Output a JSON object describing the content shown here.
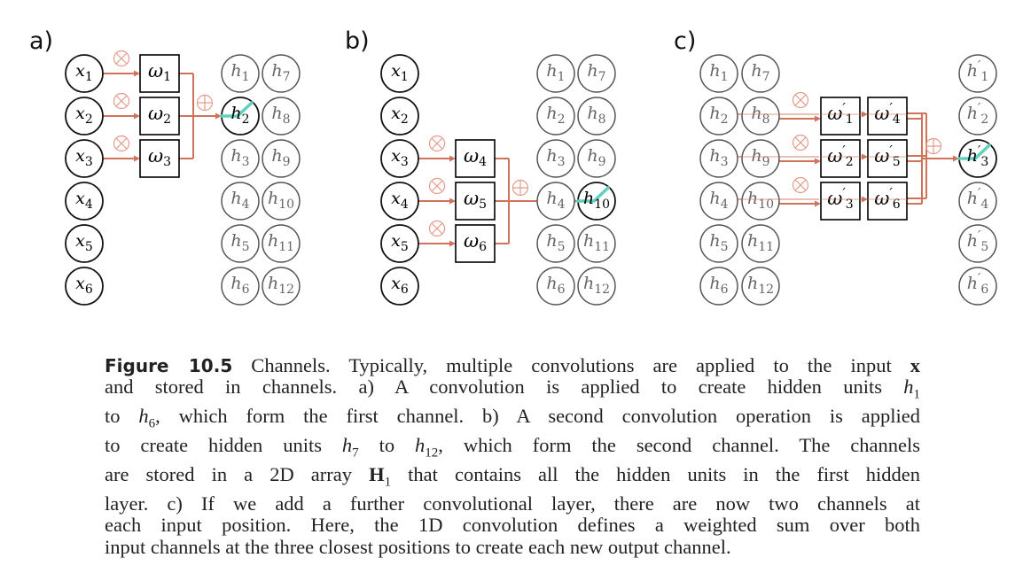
{
  "figure": {
    "panels": [
      {
        "label": "a)",
        "inputs": [
          "x1",
          "x2",
          "x3",
          "x4",
          "x5",
          "x6"
        ],
        "hidden_channel_1": [
          "h1",
          "h2",
          "h3",
          "h4",
          "h5",
          "h6"
        ],
        "hidden_channel_2": [
          "h7",
          "h8",
          "h9",
          "h10",
          "h11",
          "h12"
        ],
        "weights": [
          "ω1",
          "ω2",
          "ω3"
        ],
        "active_inputs": [
          "x1",
          "x2",
          "x3"
        ],
        "output": "h2"
      },
      {
        "label": "b)",
        "inputs": [
          "x1",
          "x2",
          "x3",
          "x4",
          "x5",
          "x6"
        ],
        "hidden_channel_1": [
          "h1",
          "h2",
          "h3",
          "h4",
          "h5",
          "h6"
        ],
        "hidden_channel_2": [
          "h7",
          "h8",
          "h9",
          "h10",
          "h11",
          "h12"
        ],
        "weights": [
          "ω4",
          "ω5",
          "ω6"
        ],
        "active_inputs": [
          "x3",
          "x4",
          "x5"
        ],
        "output": "h10"
      },
      {
        "label": "c)",
        "hidden_channel_1": [
          "h1",
          "h2",
          "h3",
          "h4",
          "h5",
          "h6"
        ],
        "hidden_channel_2": [
          "h7",
          "h8",
          "h9",
          "h10",
          "h11",
          "h12"
        ],
        "weights_channel_1": [
          "ω'1",
          "ω'2",
          "ω'3"
        ],
        "weights_channel_2": [
          "ω'4",
          "ω'5",
          "ω'6"
        ],
        "outputs": [
          "h'1",
          "h'2",
          "h'3",
          "h'4",
          "h'5",
          "h'6"
        ],
        "output": "h'3"
      }
    ],
    "symbols": {
      "multiply": "⊗",
      "add": "⊕"
    },
    "colors": {
      "connection": "#d0735a",
      "highlight": "#5fd1bd",
      "node_dark": "#111111",
      "node_light": "#555555"
    }
  },
  "caption": {
    "figure_number": "Figure 10.5",
    "lines": [
      [
        {
          "t": "Figure 10.5",
          "s": "fig"
        },
        {
          "t": " Channels.  Typically, multiple convolutions are applied to the input "
        },
        {
          "t": "x",
          "s": "b"
        }
      ],
      [
        {
          "t": "and stored in channels.  a) A convolution is applied to create hidden units "
        },
        {
          "t": "h",
          "s": "i"
        },
        {
          "t": "1",
          "s": "sub"
        }
      ],
      [
        {
          "t": "to "
        },
        {
          "t": "h",
          "s": "i"
        },
        {
          "t": "6",
          "s": "sub"
        },
        {
          "t": ", which form the first channel. b) A second convolution operation is applied"
        }
      ],
      [
        {
          "t": "to create hidden units "
        },
        {
          "t": "h",
          "s": "i"
        },
        {
          "t": "7",
          "s": "sub"
        },
        {
          "t": " to "
        },
        {
          "t": "h",
          "s": "i"
        },
        {
          "t": "12",
          "s": "sub"
        },
        {
          "t": ", which form the second channel.  The channels"
        }
      ],
      [
        {
          "t": "are stored in a 2D array "
        },
        {
          "t": "H",
          "s": "b"
        },
        {
          "t": "1",
          "s": "sub"
        },
        {
          "t": " that contains all the hidden units in the first hidden"
        }
      ],
      [
        {
          "t": "layer.  c) If we add a further convolutional layer, there are now two channels at"
        }
      ],
      [
        {
          "t": "each input position. Here, the 1D convolution defines a weighted sum over both"
        }
      ],
      [
        {
          "t": "input channels at the three closest positions to create each new output channel."
        }
      ]
    ]
  }
}
